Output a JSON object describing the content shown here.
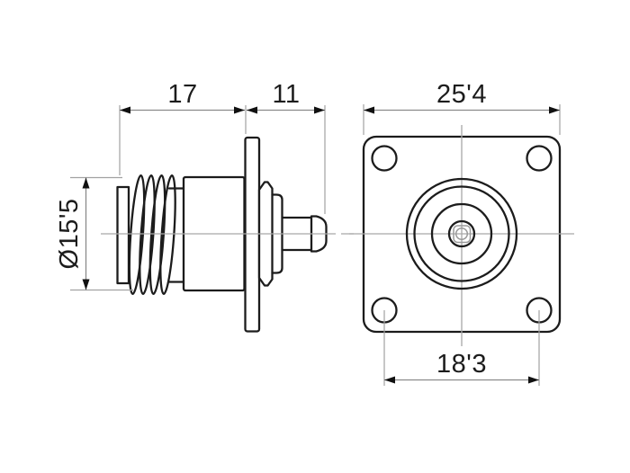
{
  "drawing": {
    "kind": "technical-drawing",
    "colors": {
      "background": "#ffffff",
      "outline": "#1c1c1c",
      "dimension_line": "#8a8a8a",
      "extension_line": "#a2a2a2",
      "centerline": "#a8a8a8",
      "arrow": "#111111",
      "label": "#1c1c1c",
      "detail_gray": "#9a9a9a"
    },
    "side_view": {
      "labels": {
        "body_length": "17",
        "rear_length": "11",
        "thread_diameter": "Ø15'5"
      }
    },
    "front_view": {
      "mounting_hole_count": 4,
      "labels": {
        "flange_size": "25'4",
        "hole_spacing": "18'3"
      }
    }
  }
}
